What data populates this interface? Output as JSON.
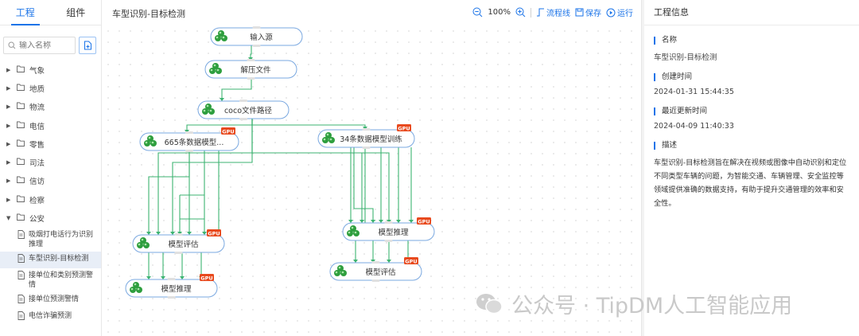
{
  "left": {
    "tabs": [
      "工程",
      "组件"
    ],
    "search_placeholder": "输入名称",
    "categories": [
      "气象",
      "地质",
      "物流",
      "电信",
      "零售",
      "司法",
      "信访",
      "检察",
      "公安"
    ],
    "children": [
      "吸烟打电话行为识别推理",
      "车型识别-目标检测",
      "接单位和类别预测警情",
      "接单位预测警情",
      "电信诈骗预测"
    ]
  },
  "toolbar": {
    "title": "车型识别-目标检测",
    "zoom": "100%",
    "flowline_label": "流程线",
    "save_label": "保存",
    "run_label": "运行"
  },
  "flow": {
    "nodes": [
      {
        "label": "输入源",
        "gpu": false
      },
      {
        "label": "解压文件",
        "gpu": false
      },
      {
        "label": "coco文件路径",
        "gpu": false
      },
      {
        "label": "665条数据模型...",
        "gpu": true
      },
      {
        "label": "34条数据模型训练",
        "gpu": true
      },
      {
        "label": "模型评估",
        "gpu": true
      },
      {
        "label": "模型推理",
        "gpu": true
      },
      {
        "label": "模型推理",
        "gpu": true
      },
      {
        "label": "模型评估",
        "gpu": true
      }
    ],
    "gpu_badge": "GPU"
  },
  "right": {
    "header": "工程信息",
    "name_label": "名称",
    "name_value": "车型识别-目标检测",
    "created_label": "创建时间",
    "created_value": "2024-01-31 15:44:35",
    "updated_label": "最近更新时间",
    "updated_value": "2024-04-09 11:40:33",
    "desc_label": "描述",
    "desc_value": "车型识别-目标检测旨在解决在视频或图像中自动识别和定位不同类型车辆的问题，为智能交通、车辆管理、安全监控等领域提供准确的数据支持，有助于提升交通管理的效率和安全性。"
  },
  "watermark": "公众号 · TipDM人工智能应用",
  "colors": {
    "accent": "#1a73e8",
    "edge": "#3cb371",
    "node_icon": "#2e9e3e",
    "gpu": "#e8491d"
  }
}
